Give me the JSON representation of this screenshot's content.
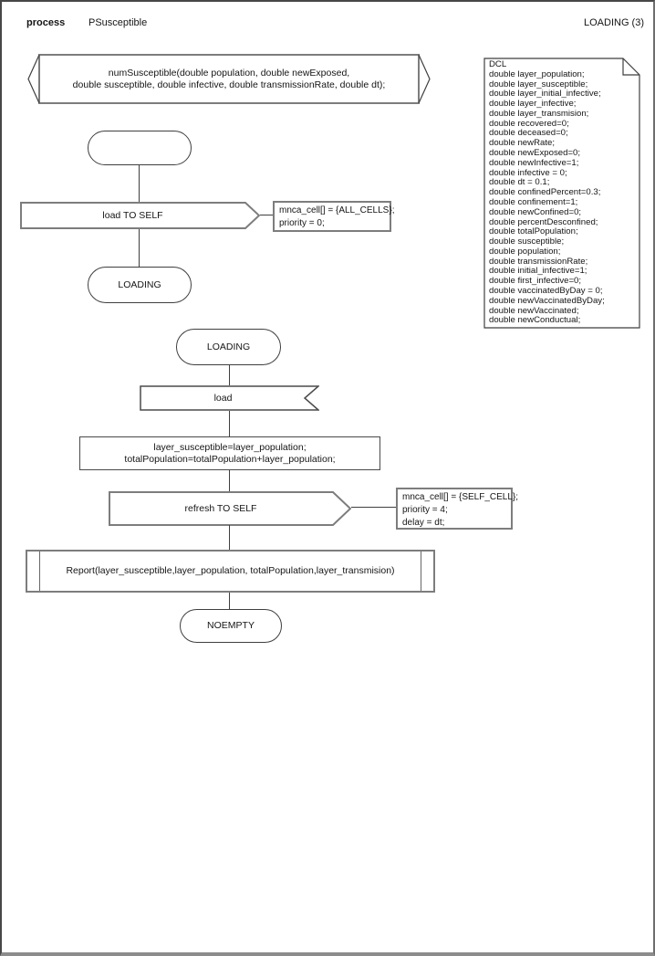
{
  "header": {
    "kind_label": "process",
    "process_name": "PSusceptible",
    "status": "LOADING (3)"
  },
  "procedure_declaration": {
    "text": "numSusceptible(double population, double newExposed,\ndouble susceptible, double infective, double transmissionRate, double dt);"
  },
  "flow1": {
    "start_state_label": "",
    "output_load": {
      "label": "load TO SELF"
    },
    "note_all_cells": {
      "lines": [
        "mnca_cell[] = {ALL_CELLS};",
        "priority = 0;"
      ]
    },
    "next_state": {
      "label": "LOADING"
    }
  },
  "flow2": {
    "state": {
      "label": "LOADING"
    },
    "input_load": {
      "label": "load"
    },
    "task": {
      "text": "layer_susceptible=layer_population;\ntotalPopulation=totalPopulation+layer_population;"
    },
    "output_refresh": {
      "label": "refresh TO SELF"
    },
    "note_self_cell": {
      "lines": [
        "mnca_cell[] = {SELF_CELL};",
        "priority = 4;",
        "delay = dt;"
      ]
    },
    "procedure_call": {
      "label": "Report(layer_susceptible,layer_population, totalPopulation,layer_transmision)"
    },
    "next_state": {
      "label": "NOEMPTY"
    }
  },
  "dcl": {
    "lines": [
      "DCL",
      "double layer_population;",
      "double layer_susceptible;",
      "double layer_initial_infective;",
      "double layer_infective;",
      "double layer_transmision;",
      "double recovered=0;",
      "double deceased=0;",
      "double newRate;",
      "double newExposed=0;",
      "double newInfective=1;",
      "double infective = 0;",
      "double dt = 0.1;",
      "double confinedPercent=0.3;",
      "double confinement=1;",
      "double newConfined=0;",
      "double percentDesconfined;",
      "double totalPopulation;",
      "double susceptible;",
      "double population;",
      "double transmissionRate;",
      "double initial_infective=1;",
      "double first_infective=0;",
      "double vaccinatedByDay = 0;",
      "double newVaccinatedByDay;",
      "double newVaccinated;",
      "double newConductual;"
    ]
  },
  "colors": {
    "thick_border": "#7d7d7d",
    "thin_border": "#3f3f3f",
    "text": "#151515",
    "background": "#ffffff"
  }
}
